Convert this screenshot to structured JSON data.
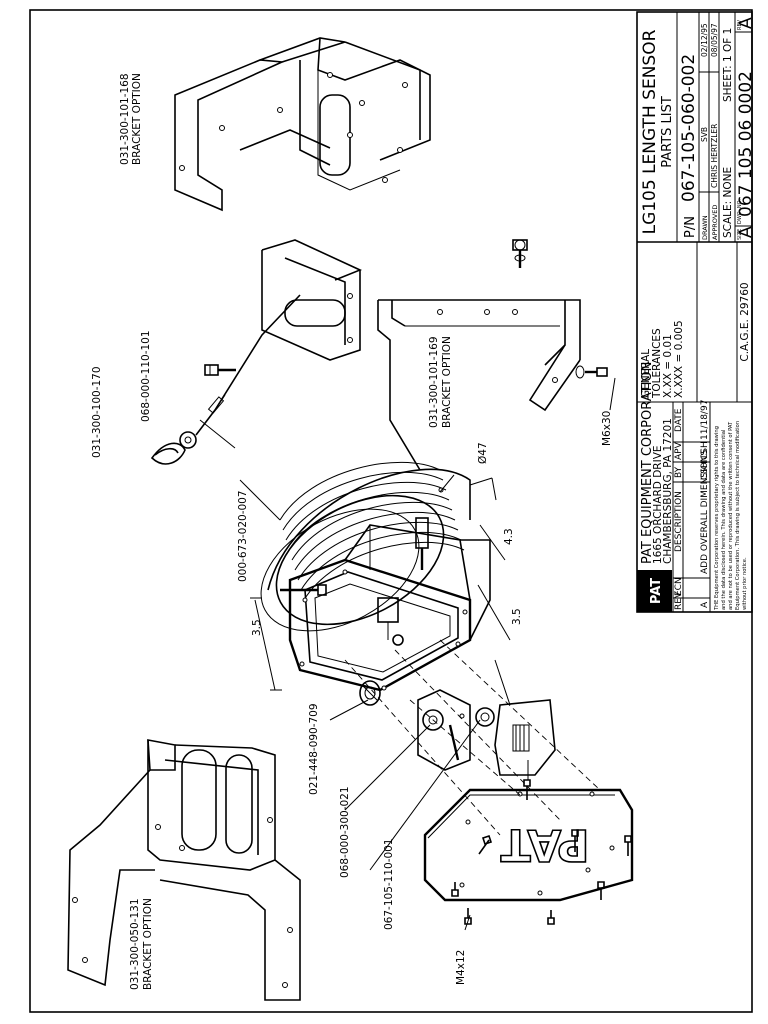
{
  "callouts": {
    "bracket_a_pn": "031-300-101-168",
    "bracket_a_label": "BRACKET OPTION",
    "bracket_b_pn": "031-300-101-169",
    "bracket_b_label": "BRACKET OPTION",
    "bracket_c_pn": "031-300-050-131",
    "bracket_c_label": "BRACKET OPTION",
    "thimble_pn": "031-300-100-170",
    "cable_pn": "068-000-110-101",
    "drum_pn": "000-673-020-007",
    "gland_pn": "021-448-090-709",
    "pot_pn": "068-000-300-021",
    "board_pn": "067-105-110-001",
    "screw_m6": "M6x30",
    "screw_m4": "M4x12",
    "dim_dia": "Ø47",
    "dim_43": "4.3",
    "dim_35a": "3.5",
    "dim_35b": "3.5",
    "cover_logo": "PAT"
  },
  "title_block": {
    "company": "PAT EQUIPMENT CORPORATION",
    "address1": "1665 ORCHARD DRIVE",
    "address2": "CHAMBERSBURG, PA  17201",
    "logo": "PAT",
    "rev_header": "REV",
    "ecn_header": "ECN",
    "desc_header": "DESCRIPTION",
    "by_header": "BY",
    "apv_header": "APV",
    "date_header": "DATE",
    "rev_a": "A",
    "rev_a_desc": "ADD OVERALL DIMENSIONS",
    "rev_a_by": "CSH",
    "rev_a_apv": "CSH",
    "rev_a_date": "11/18/97",
    "proprietary_1": "THE Equipment Corporation reserves proprietary rights to this drawing",
    "proprietary_2": "and the data disclosed herein. This drawing and data are confidential",
    "proprietary_3": "and are not to be used or reproduced without the written consent of PAT",
    "proprietary_4": "Equipment Corporation. This drawing is subject to technical modification",
    "proprietary_5": "without prior notice.",
    "tol_general": "GENERAL",
    "tol_label": "TOLERANCES",
    "tol_xxx": "X.XX  = 0.01",
    "tol_xxxx": "X.XXX = 0.005",
    "cage": "C.A.G.E. 29760",
    "title1": "LG105 LENGTH SENSOR",
    "title2": "PARTS LIST",
    "pn_label": "P/N",
    "pn_value": "067-105-060-002",
    "drawn_label": "DRAWN",
    "drawn_by": "SVB",
    "drawn_date": "02/12/95",
    "approved_label": "APPROVED",
    "approved_by": "CHRIS HERTZLER",
    "approved_date": "08/05/97",
    "scale_label": "SCALE: NONE",
    "sheet_label": "SHEET: 1 OF 1",
    "size_label": "SIZE",
    "dwg_label": "DWG. NO.",
    "rev_label": "REV",
    "size_value": "A",
    "dwg_value": "067 105 06 0002",
    "rev_value": "A"
  }
}
